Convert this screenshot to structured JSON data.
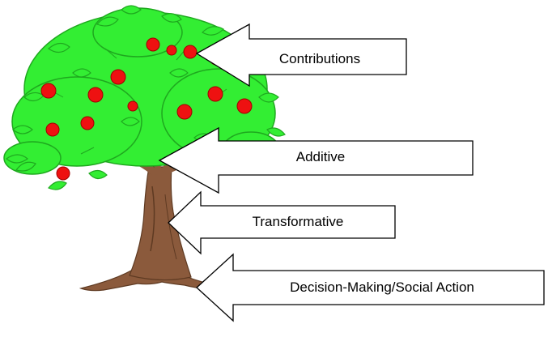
{
  "diagram": {
    "arrows": [
      {
        "label": "Contributions"
      },
      {
        "label": "Additive"
      },
      {
        "label": "Transformative"
      },
      {
        "label": "Decision-Making/Social Action"
      }
    ],
    "colors": {
      "trunk": "#8b5a3c",
      "trunk_shadow": "#5e3a22",
      "leaves": "#33ee33",
      "leaves_dark": "#1fa81f",
      "apples": "#ee1111",
      "arrow_fill": "#ffffff",
      "arrow_stroke": "#000000"
    },
    "icons": [
      "apple-tree-icon"
    ]
  }
}
